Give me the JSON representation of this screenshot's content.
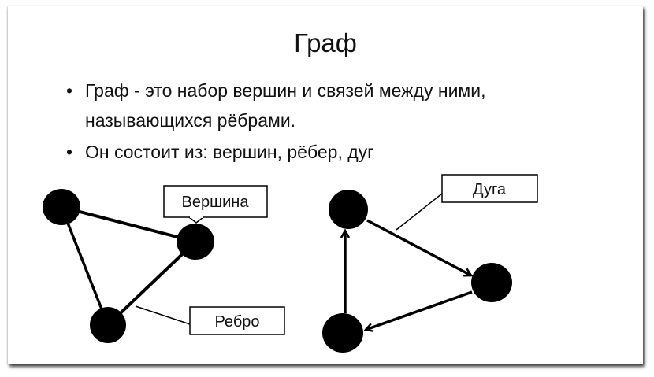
{
  "slide": {
    "title": "Граф",
    "bullets": [
      "Граф - это набор вершин и связей между ними, называющихся рёбрами.",
      "Он состоит из: вершин, рёбер, дуг"
    ],
    "bullet_glyph": "•"
  },
  "diagram": {
    "labels": {
      "vertex": "Вершина",
      "edge": "Ребро",
      "arc": "Дуга"
    }
  }
}
